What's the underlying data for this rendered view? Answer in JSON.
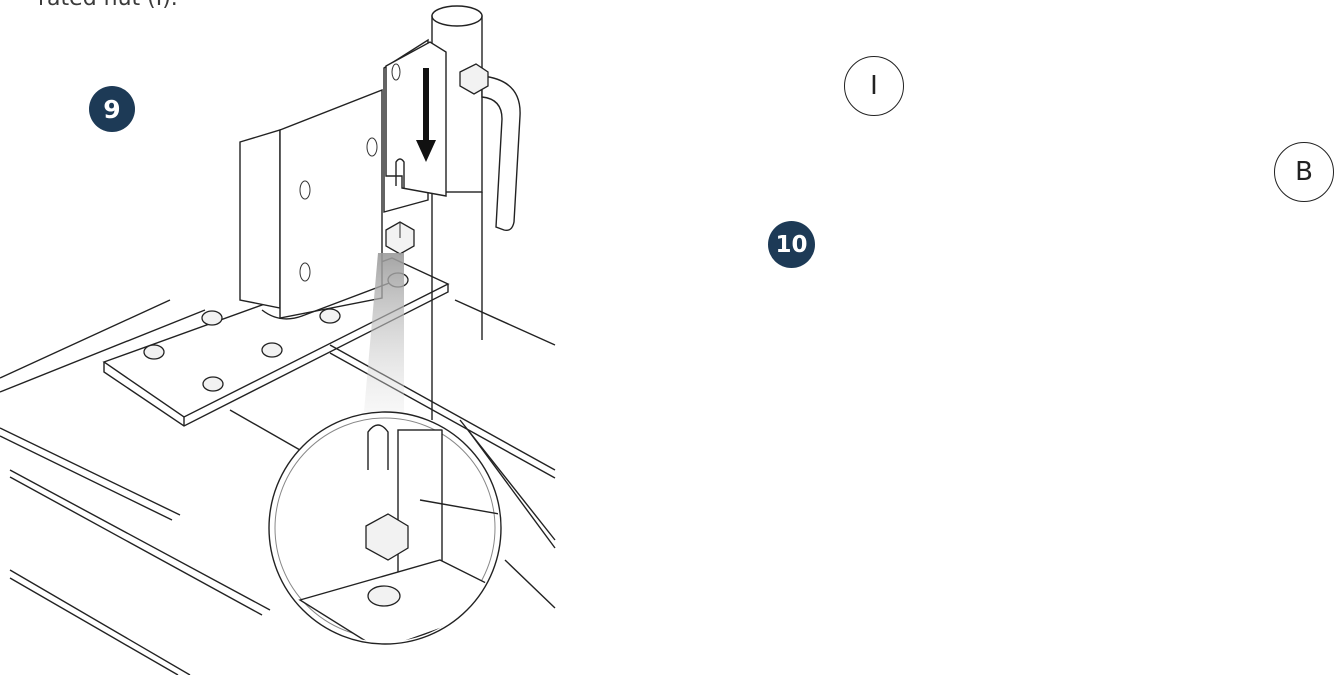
{
  "caption": "rated nut (I).",
  "steps": {
    "step9": "9",
    "step10": "10"
  },
  "callouts": {
    "nut": "I",
    "bolt": "B"
  },
  "colors": {
    "badge_fill": "#1d3a56",
    "line": "#222222",
    "magnifier_gradient": "#9a9a9a"
  },
  "icons": {
    "arrow": "down-arrow-icon",
    "hex_bolt": "hex-bolt-icon",
    "flange_nut": "serrated-nut-icon"
  }
}
